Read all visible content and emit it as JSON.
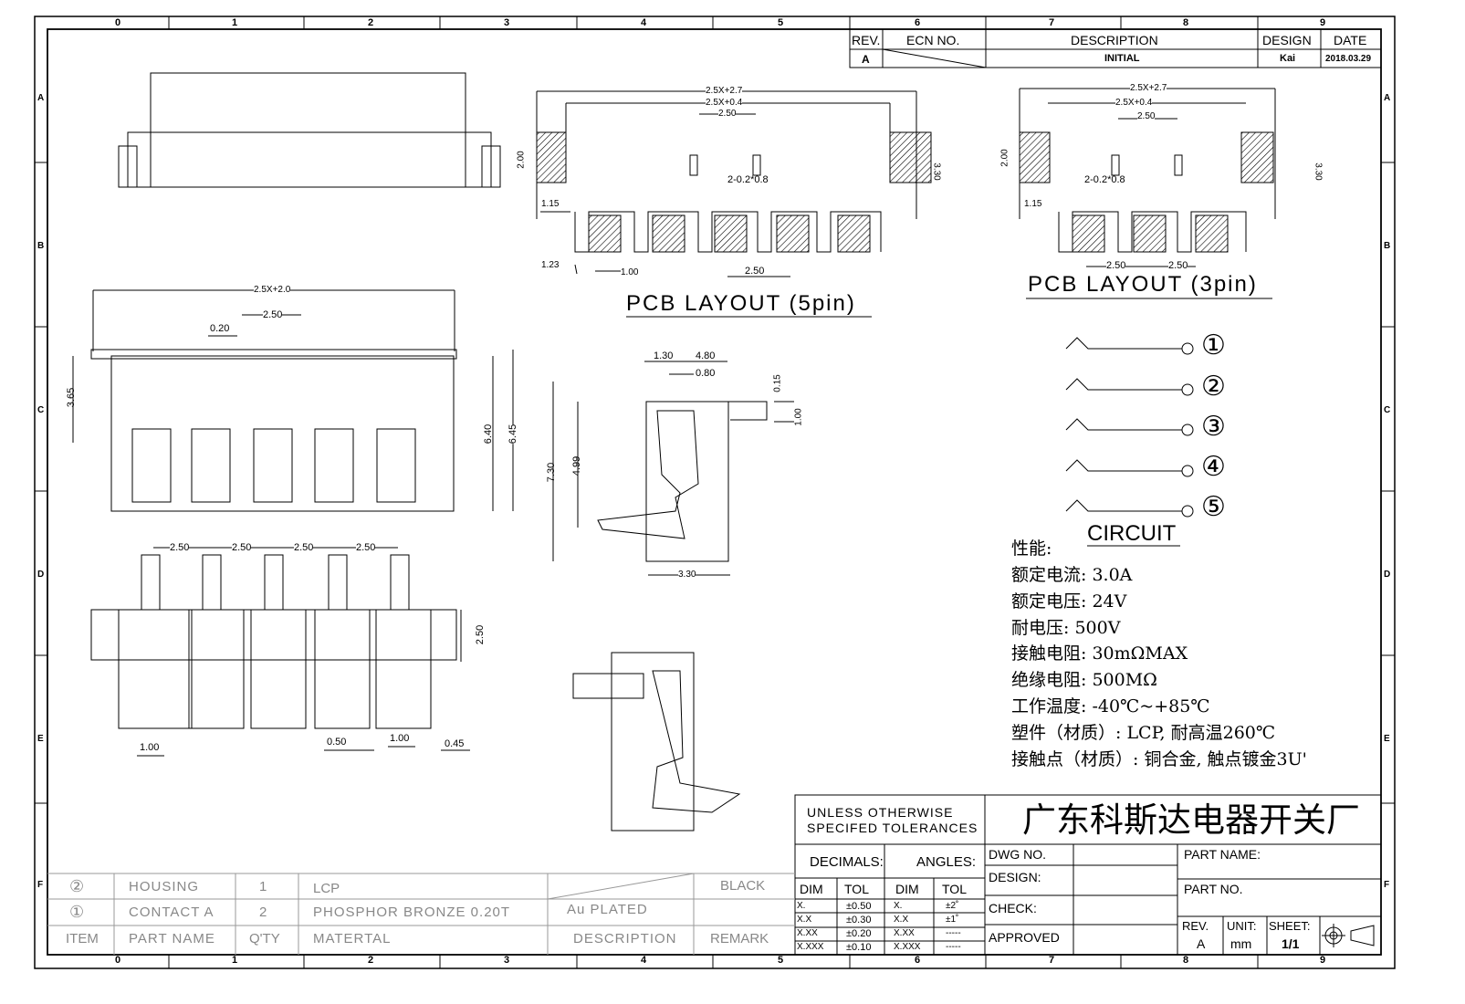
{
  "grid": {
    "columns": [
      "0",
      "1",
      "2",
      "3",
      "4",
      "5",
      "6",
      "7",
      "8",
      "9"
    ],
    "rows": [
      "A",
      "B",
      "C",
      "D",
      "E",
      "F"
    ]
  },
  "revision_table": {
    "headers": {
      "rev": "REV.",
      "ecn": "ECN NO.",
      "description": "DESCRIPTION",
      "design": "DESIGN",
      "date": "DATE"
    },
    "row": {
      "rev": "A",
      "ecn": "",
      "description": "INITIAL",
      "design": "Kai",
      "date": "2018.03.29"
    }
  },
  "views": {
    "pcb5": {
      "title": "PCB LAYOUT (5pin)",
      "dims": [
        "2.5X+2.7",
        "2.5X+0.4",
        "2.50",
        "2.00",
        "3.30",
        "2-0.2*0.8",
        "1.15",
        "1.23",
        "1.00",
        "2.50"
      ]
    },
    "pcb3": {
      "title": "PCB LAYOUT (3pin)",
      "dims": [
        "2.5X+2.7",
        "2.5X+0.4",
        "2.50",
        "2.00",
        "3.30",
        "2-0.2*0.8",
        "1.15",
        "2.50",
        "2.50"
      ]
    },
    "front": {
      "dims": [
        "2.5X+2.0",
        "0.20",
        "2.50",
        "3.65",
        "6.40",
        "6.45"
      ]
    },
    "side": {
      "dims": [
        "1.30",
        "4.80",
        "0.80",
        "0.15",
        "1.00",
        "7.30",
        "4.99",
        "3.30"
      ]
    },
    "bottom": {
      "dims": [
        "2.50",
        "2.50",
        "2.50",
        "2.50",
        "2.50",
        "1.00",
        "0.50",
        "1.00",
        "0.45"
      ]
    }
  },
  "circuit": {
    "title": "CIRCUIT",
    "pins": [
      "①",
      "②",
      "③",
      "④",
      "⑤"
    ]
  },
  "specs": {
    "heading": "性能:",
    "lines": [
      "额定电流: 3.0A",
      "额定电压: 24V",
      "耐电压: 500V",
      "接触电阻: 30mΩMAX",
      "绝缘电阻: 500MΩ",
      "工作温度: -40℃~+85℃",
      "塑件（材质）: LCP, 耐高温260℃",
      "接触点（材质）: 铜合金, 触点镀金3U'"
    ]
  },
  "tolerance_block": {
    "title_line1": "UNLESS OTHERWISE",
    "title_line2": "SPECIFED TOLERANCES",
    "decimals_label": "DECIMALS:",
    "angles_label": "ANGLES:",
    "dim_header": "DIM",
    "tol_header": "TOL",
    "decimal_rows": [
      {
        "dim": "X.",
        "tol": "±0.50"
      },
      {
        "dim": "X.X",
        "tol": "±0.30"
      },
      {
        "dim": "X.XX",
        "tol": "±0.20"
      },
      {
        "dim": "X.XXX",
        "tol": "±0.10"
      }
    ],
    "angle_rows": [
      {
        "dim": "X.",
        "tol": "±2˚"
      },
      {
        "dim": "X.X",
        "tol": "±1˚"
      },
      {
        "dim": "X.XX",
        "tol": "-----"
      },
      {
        "dim": "X.XXX",
        "tol": "-----"
      }
    ]
  },
  "title_block": {
    "company": "广东科斯达电器开关厂",
    "dwg_no": "DWG NO.",
    "design": "DESIGN:",
    "check": "CHECK:",
    "approved": "APPROVED",
    "part_name": "PART NAME:",
    "part_no": "PART NO.",
    "rev_label": "REV.",
    "rev_value": "A",
    "unit_label": "UNIT:",
    "unit_value": "mm",
    "sheet_label": "SHEET:",
    "sheet_value": "1/1"
  },
  "bom": {
    "rows": [
      {
        "item": "②",
        "part": "HOUSING",
        "qty": "1",
        "material": "LCP",
        "description": "",
        "remark": "BLACK"
      },
      {
        "item": "①",
        "part": "CONTACT A",
        "qty": "2",
        "material": "PHOSPHOR BRONZE 0.20T",
        "description": "Au PLATED",
        "remark": ""
      }
    ],
    "headers": {
      "item": "ITEM",
      "part": "PART NAME",
      "qty": "Q'TY",
      "material": "MATERTAL",
      "description": "DESCRIPTION",
      "remark": "REMARK"
    }
  }
}
